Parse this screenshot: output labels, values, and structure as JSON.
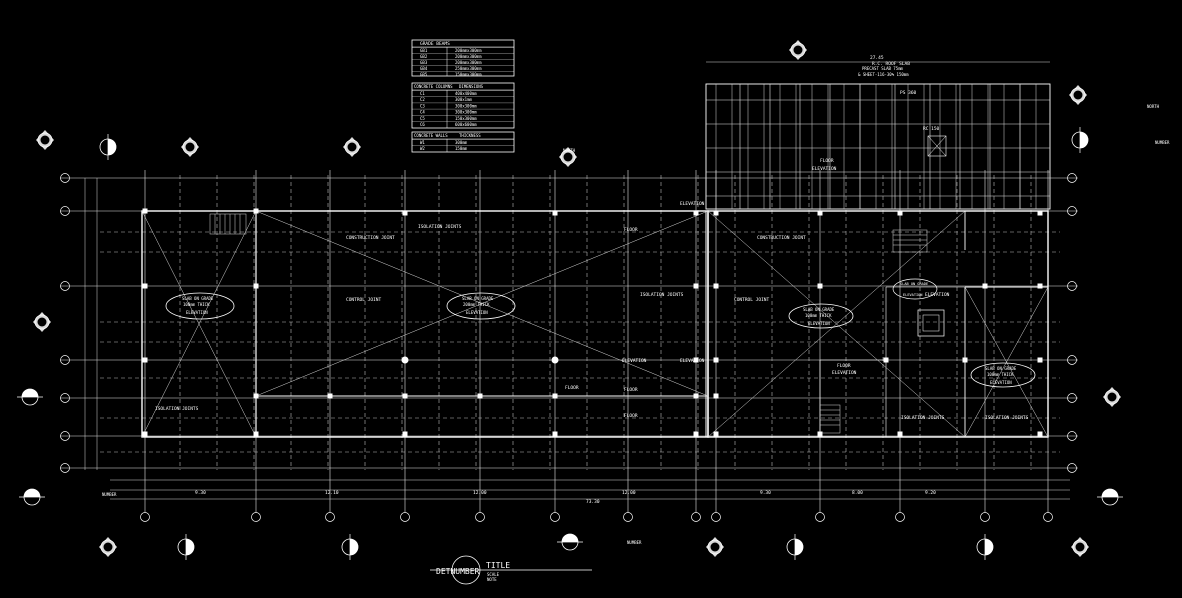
{
  "tables": {
    "beams": {
      "header": "GRADE BEAMS",
      "rows": [
        [
          "GB1",
          "200mmx300mm"
        ],
        [
          "GB2",
          "200mmx300mm"
        ],
        [
          "GB3",
          "200mmx300mm"
        ],
        [
          "GB4",
          "250mmx300mm"
        ],
        [
          "GB5",
          "150mmx300mm"
        ]
      ]
    },
    "columns": {
      "header": [
        "CONCRETE COLUMNS",
        "DIMENSIONS"
      ],
      "rows": [
        [
          "C1",
          "400x400mm"
        ],
        [
          "C2",
          "300x1mm"
        ],
        [
          "C3",
          "300x300mm"
        ],
        [
          "C4",
          "300x300mm"
        ],
        [
          "C5",
          "150x300mm"
        ],
        [
          "C6",
          "600x600mm"
        ]
      ]
    },
    "walls": {
      "header": [
        "CONCRETE WALLS",
        "THICKNESS"
      ],
      "rows": [
        [
          "W1",
          "300mm"
        ],
        [
          "W2",
          "150mm"
        ]
      ]
    }
  },
  "roof": {
    "title": "R.C. ROOF SLAB",
    "note1": "PRECAST SLAB 75mm",
    "note2": "& SHEET-116-30%  150mm",
    "dim_top": "27.45",
    "ps": "PS 360",
    "rc": "RC 150",
    "floor": "FLOOR",
    "elevation": "ELEVATION"
  },
  "labels": {
    "construction_joint": "CONSTRUCTION JOINT",
    "isolation_joints": "ISOLATION JOINTS",
    "control_joint": "CONTROL JOINT",
    "elevation": "ELEVATION",
    "floor": "FLOOR",
    "slab_on_grade": "SLAB ON GRADE",
    "slab_thick": "100mm THICK",
    "slab_thick2": "200mm THICK",
    "number": "NUMBER",
    "north": "NORTH"
  },
  "dims": {
    "total": "73.30",
    "d1": "9.30",
    "d2": "12.10",
    "d3": "12.00",
    "d4": "9.30",
    "d5": "8.00",
    "d6": "9.20"
  },
  "title_block": {
    "detnumber": "DETNUMBER",
    "title": "TITLE",
    "scale": "SCALE",
    "note": "NOTE"
  }
}
